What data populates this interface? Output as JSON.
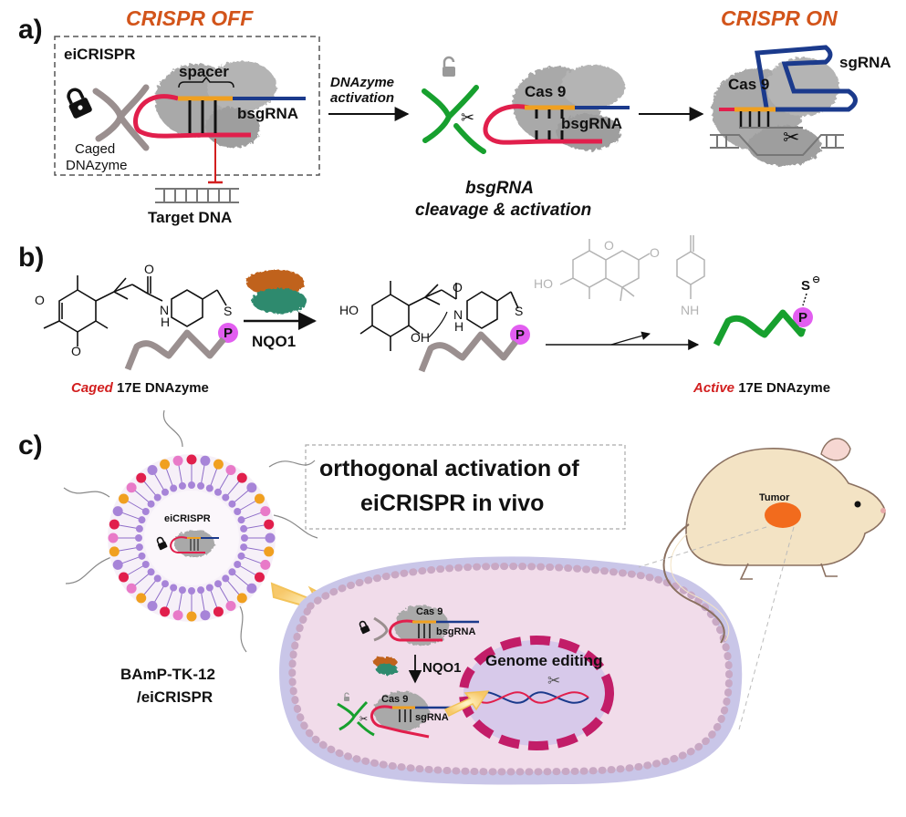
{
  "panels": {
    "a": "a)",
    "b": "b)",
    "c": "c)"
  },
  "a": {
    "crispr_off": "CRISPR OFF",
    "crispr_on": "CRISPR ON",
    "eicrispr": "eiCRISPR",
    "spacer": "spacer",
    "bsgrna": "bsgRNA",
    "caged_line1": "Caged",
    "caged_line2": "DNAzyme",
    "target_dna": "Target DNA",
    "activation_line1": "DNAzyme",
    "activation_line2": "activation",
    "cas9": "Cas 9",
    "cleavage_line1": "bsgRNA",
    "cleavage_line2": "cleavage & activation",
    "sgrna": "sgRNA"
  },
  "b": {
    "o": "O",
    "h": "H",
    "n": "N",
    "s": "S",
    "p": "P",
    "ho": "HO",
    "oh": "OH",
    "nh": "NH",
    "nqo1": "NQO1",
    "caged_prefix": "Caged",
    "caged_suffix": " 17E DNAzyme",
    "active_prefix": "Active",
    "active_suffix": " 17E DNAzyme",
    "s_minus": "S",
    "minus": "⊖"
  },
  "c": {
    "box_line1": "orthogonal activation of",
    "box_line2": "eiCRISPR in vivo",
    "eicrispr": "eiCRISPR",
    "nanoparticle_line1": "BAmP-TK-12",
    "nanoparticle_line2": "/eiCRISPR",
    "tumor": "Tumor",
    "genome_editing": "Genome editing",
    "cas9": "Cas 9",
    "bsgrna": "bsgRNA",
    "sgrna": "sgRNA",
    "nqo1": "NQO1"
  },
  "colors": {
    "orange_title": "#d2541a",
    "red_strand": "#e11f4c",
    "green_strand": "#17a02e",
    "blue_strand": "#1b3a8c",
    "spacer_orange": "#f0a020",
    "cas9_gray": "#a9a9a9",
    "caged_gray": "#9a8f8f",
    "magenta_p": "#e25ef0",
    "tumor": "#f26b1d",
    "cell": "#f1dcea",
    "nucleus": "#d7c9ea"
  }
}
